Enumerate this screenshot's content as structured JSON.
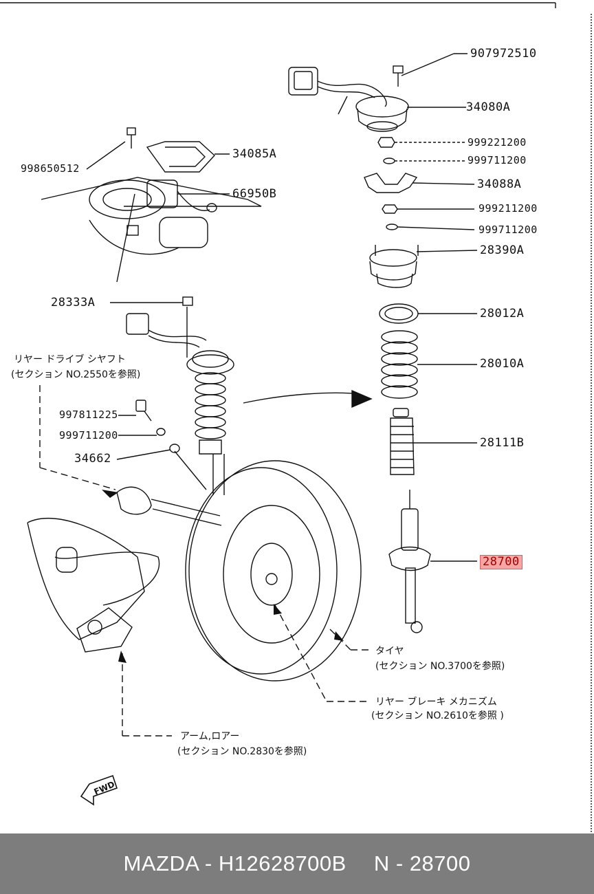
{
  "callouts": {
    "bolt_top": "907972510",
    "mount_bracket": "34080A",
    "nut_1": "999221200",
    "washer_1": "999711200",
    "bracket_2": "34088A",
    "nut_2": "999211200",
    "washer_2": "999711200",
    "upper_mount": "28390A",
    "spring_seat": "28012A",
    "coil_spring": "28010A",
    "bump_stopper": "28111B",
    "shock_absorber": "28700",
    "bracket_left": "34085A",
    "bolt_left": "998650512",
    "sensor_box": "66950B",
    "connector_nut": "28333A",
    "bolt_mid": "997811225",
    "washer_mid": "999711200",
    "washer_plain": "34662"
  },
  "notes": {
    "drive_shaft_title": "リヤー ドライブ シヤフト",
    "drive_shaft_ref": "(セクション NO.2550を参照)",
    "tire_title": "タイヤ",
    "tire_ref": "(セクション NO.3700を参照)",
    "brake_title": "リヤー ブレーキ メカニズム",
    "brake_ref": "(セクション NO.2610を参照 )",
    "arm_title": "アーム,ロアー",
    "arm_ref": "(セクション NO.2830を参照)"
  },
  "fwd_label": "FWD",
  "footer": {
    "part_code": "MAZDA - H12628700B",
    "part_number": "N - 28700"
  },
  "colors": {
    "highlight_fill": "#f7a6a6",
    "highlight_text": "#a00000",
    "footer_bg": "#7d7d7d"
  }
}
